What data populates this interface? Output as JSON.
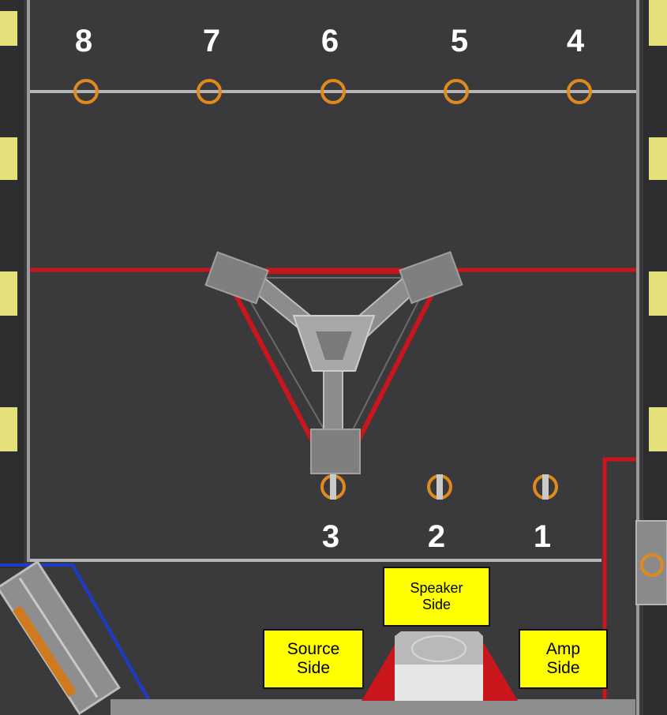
{
  "notes": {
    "top_row": [
      "8",
      "7",
      "6",
      "5",
      "4"
    ],
    "bottom_row": [
      "3",
      "2",
      "1"
    ]
  },
  "labels": {
    "speaker": [
      "Speaker",
      "Side"
    ],
    "source": [
      "Source",
      "Side"
    ],
    "amp": [
      "Amp",
      "Side"
    ]
  },
  "colors": {
    "field": "#3a3a3c",
    "note_ring": "#e08a1e",
    "stage_line": "#c8161c",
    "blue_line": "#1a3cc8",
    "label_box": "#ffff00"
  }
}
